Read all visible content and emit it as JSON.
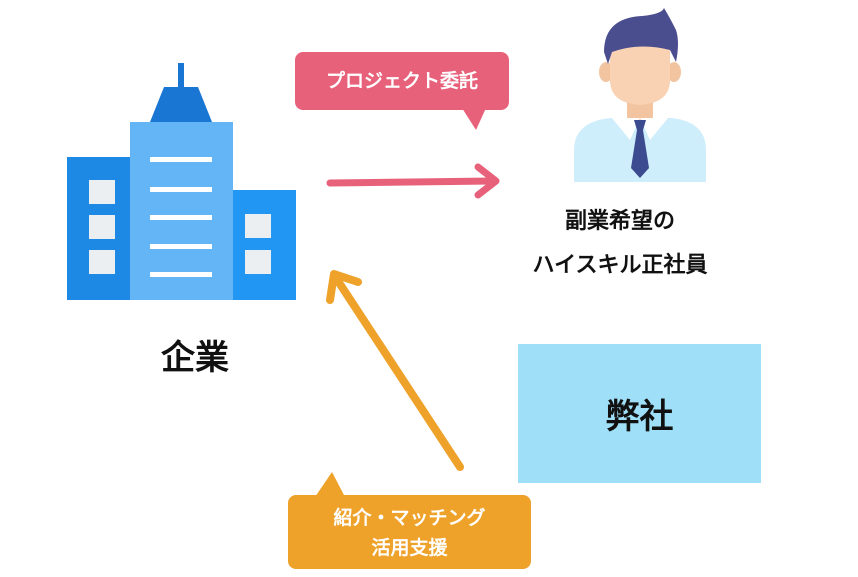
{
  "nodes": {
    "company": {
      "label": "企業"
    },
    "worker": {
      "line1": "副業希望の",
      "line2": "ハイスキル正社員"
    },
    "ours": {
      "label": "弊社"
    }
  },
  "bubbles": {
    "project": {
      "text": "プロジェクト委託"
    },
    "support": {
      "line1": "紹介・マッチング",
      "line2": "活用支援"
    }
  },
  "colors": {
    "pink": "#e8617a",
    "orange": "#eea22a",
    "building_dark": "#1976d2",
    "building_light": "#64b5f6",
    "box": "#9fdff8"
  }
}
